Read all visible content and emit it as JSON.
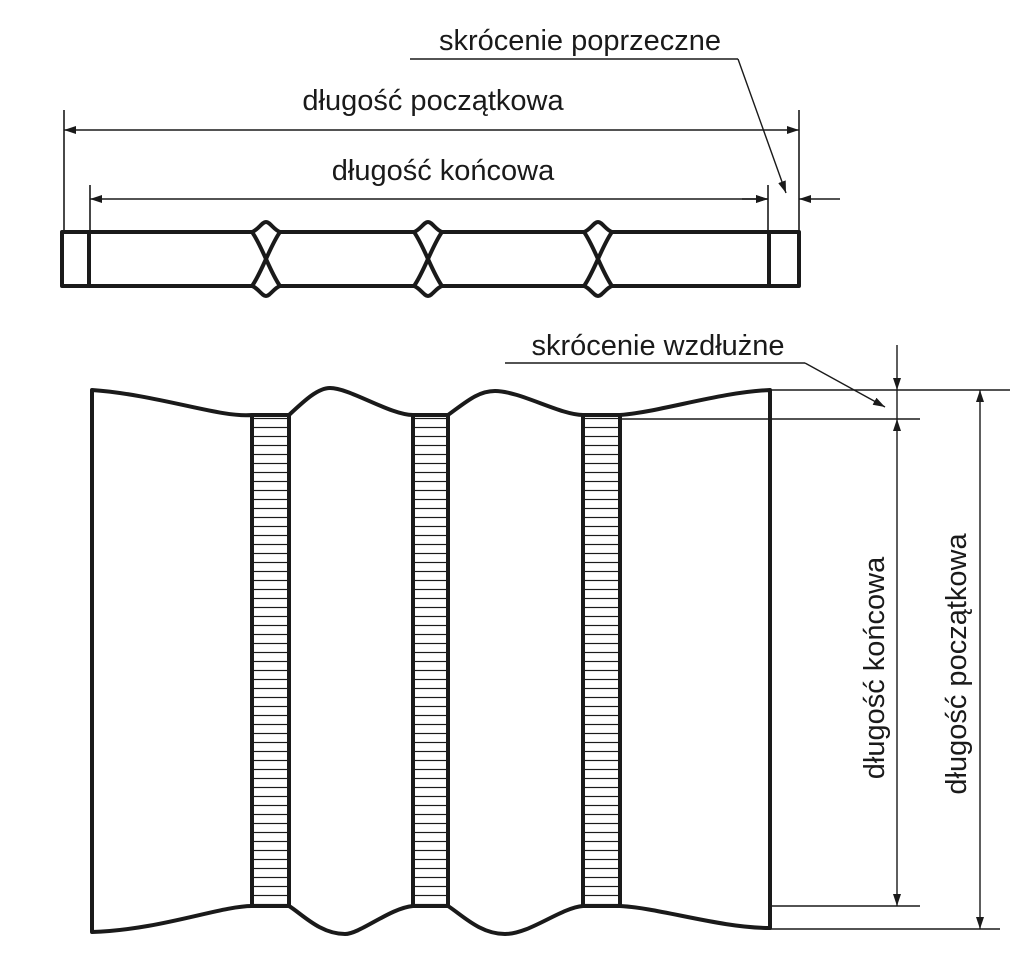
{
  "labels": {
    "transverse_shrinkage": "skrócenie poprzeczne",
    "initial_length_top": "długość początkowa",
    "final_length_top": "długość końcowa",
    "longitudinal_shrinkage": "skrócenie wzdłużne",
    "final_length_side": "długość  końcowa",
    "initial_length_side": "długość  początkowa"
  },
  "colors": {
    "ink": "#1a1a1a",
    "background": "#ffffff"
  }
}
